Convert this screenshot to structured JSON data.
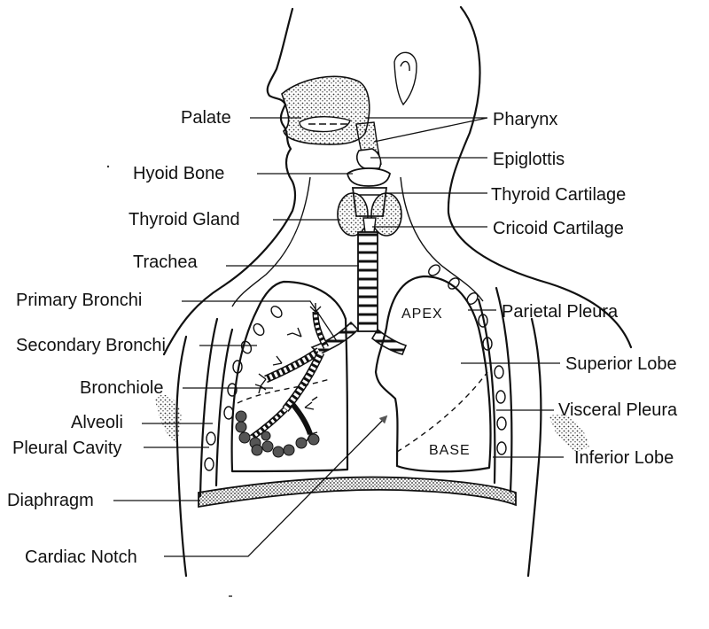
{
  "labels": {
    "palate": "Palate",
    "pharynx": "Pharynx",
    "epiglottis": "Epiglottis",
    "hyoid_bone": "Hyoid Bone",
    "thyroid_cartilage": "Thyroid Cartilage",
    "thyroid_gland": "Thyroid Gland",
    "cricoid_cartilage": "Cricoid Cartilage",
    "trachea": "Trachea",
    "primary_bronchi": "Primary Bronchi",
    "parietal_pleura": "Parietal Pleura",
    "apex": "APEX",
    "secondary_bronchi": "Secondary Bronchi",
    "superior_lobe": "Superior Lobe",
    "bronchiole": "Bronchiole",
    "alveoli": "Alveoli",
    "visceral_pleura": "Visceral Pleura",
    "pleural_cavity": "Pleural Cavity",
    "base": "BASE",
    "inferior_lobe": "Inferior Lobe",
    "diaphragm": "Diaphragm",
    "cardiac_notch": "Cardiac Notch"
  },
  "colors": {
    "ink": "#111111",
    "background": "#ffffff",
    "alveoli": "#555555",
    "stipple": "#333333"
  }
}
